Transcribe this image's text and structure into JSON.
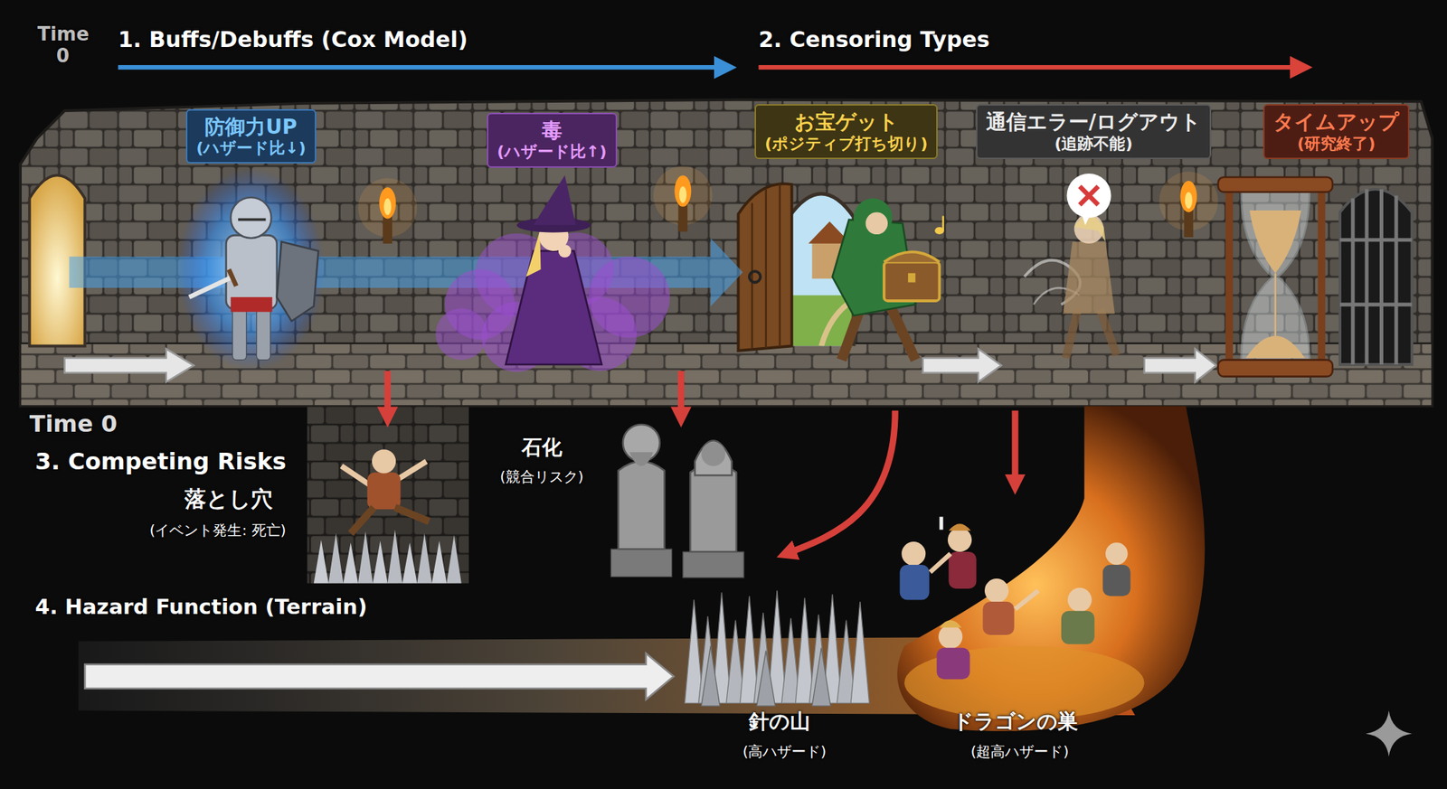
{
  "diagram": {
    "nodes": [
      {
        "text": [
          "防御力UP",
          "(ハザード比↓)"
        ]
      },
      {
        "text": [
          "毒",
          "(ハザード比↑)"
        ]
      },
      {
        "text": [
          "お宝ゲット",
          "(ポジティブ打ち切り)"
        ]
      },
      {
        "text": [
          "通信エラー/ログアウト",
          "(追跡不能)"
        ]
      },
      {
        "text": [
          "タイムアップ",
          "(研究終了)"
        ]
      }
    ],
    "labels": [
      "Time 0",
      "1. Buffs/Debuffs (Cox Model)",
      "2. Censoring Types",
      "Time 0",
      "3. Competing Risks",
      "落とし穴",
      "(イベント発生: 死亡)",
      "石化",
      "(競合リスク)",
      "4. Hazard Function (Terrain)",
      "針の山",
      "(高ハザード)",
      "ドラゴンの巣",
      "(超高ハザード)"
    ]
  }
}
